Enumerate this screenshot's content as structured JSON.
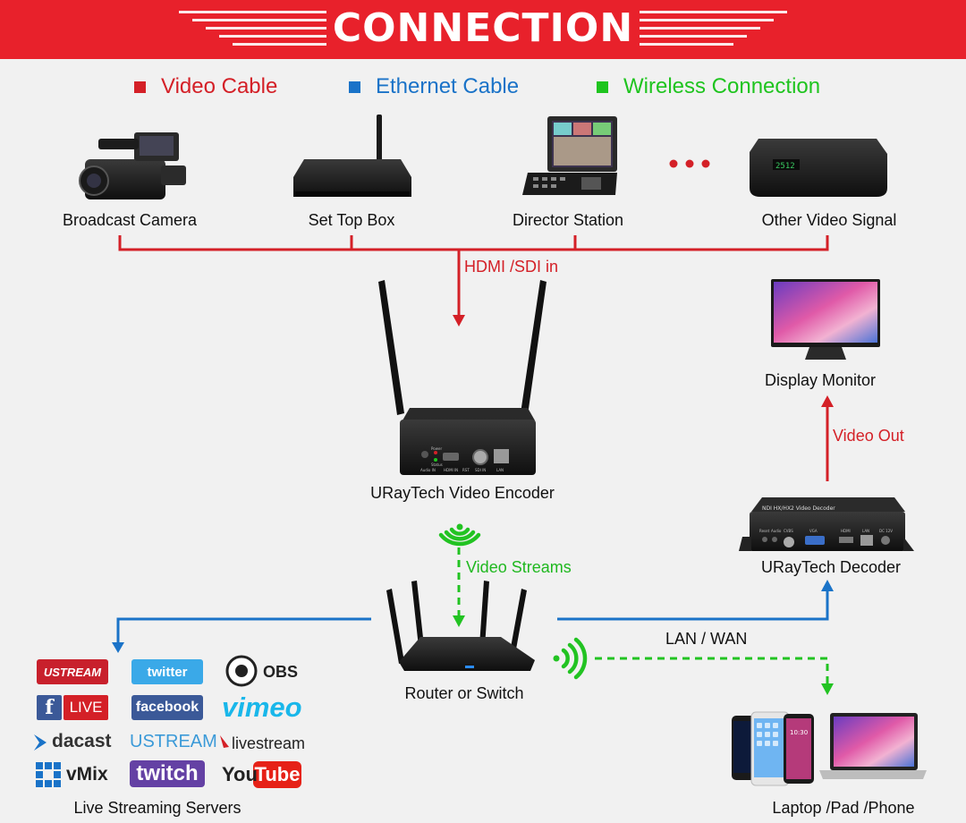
{
  "banner": {
    "title": "CONNECTION"
  },
  "legend": [
    {
      "label": "Video Cable",
      "color": "#d42027"
    },
    {
      "label": "Ethernet Cable",
      "color": "#1a73c8"
    },
    {
      "label": "Wireless Connection",
      "color": "#1fc41f"
    }
  ],
  "sources": {
    "camera": "Broadcast Camera",
    "settop": "Set Top Box",
    "director": "Director Station",
    "other": "Other Video Signal"
  },
  "links": {
    "hdmi_in": "HDMI /SDI in",
    "video_out": "Video Out",
    "video_streams": "Video Streams",
    "lan_wan": "LAN / WAN"
  },
  "devices": {
    "encoder": "URayTech Video Encoder",
    "decoder": "URayTech Decoder",
    "monitor": "Display Monitor",
    "router": "Router or Switch",
    "clients": "Laptop /Pad /Phone",
    "servers": "Live Streaming Servers"
  },
  "device_text": {
    "encoder_ports": [
      "Audio IN",
      "HDMI IN",
      "RST",
      "SDI IN",
      "LAN"
    ],
    "encoder_leds": [
      "Power",
      "Status"
    ],
    "decoder_header": "NDI HX/HX2 Video Decoder",
    "decoder_ports": [
      "Reset",
      "Audio",
      "CVBS",
      "VGA",
      "HDMI",
      "LAN",
      "DC 12V"
    ],
    "stb_display": "2512",
    "phone_time": "10:30"
  },
  "services": {
    "ustream_tv": "USTREAM",
    "twitter": "twitter",
    "obs": "OBS",
    "fb_live": "LIVE",
    "facebook": "facebook",
    "vimeo": "vimeo",
    "dacast": "dacast",
    "ustream": "USTREAM",
    "livestream": "livestream",
    "vmix": "vMix",
    "twitch": "twitch",
    "youtube_you": "You",
    "youtube_tube": "Tube"
  }
}
